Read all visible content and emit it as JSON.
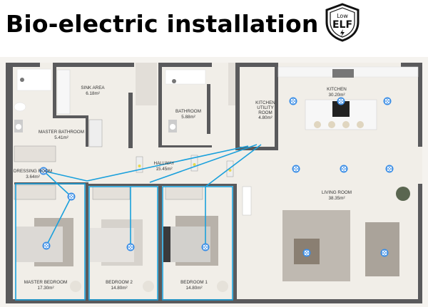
{
  "title": "Bio-electric installation",
  "badge": {
    "icon": "shield-lightning-icon",
    "line1": "Low",
    "line2": "ELF"
  },
  "colors": {
    "wiring": "#1aa0dc",
    "fixture": "#3b8ee6",
    "wall": "#5a5a5c",
    "floor": "#f1eee8"
  },
  "rooms": [
    {
      "name": "SINK AREA",
      "area": "6.18m²"
    },
    {
      "name": "MASTER BATHROOM",
      "area": "5.41m²"
    },
    {
      "name": "BATHROOM",
      "area": "5.88m²"
    },
    {
      "name": "KITCHEN UTILITY ROOM",
      "name_lines": [
        "KITCHEN",
        "UTILITY",
        "ROOM"
      ],
      "area": "4.80m²"
    },
    {
      "name": "KITCHEN",
      "area": "30.20m²"
    },
    {
      "name": "HALLWAY",
      "area": "15.45m²"
    },
    {
      "name": "DRESSING ROOM",
      "area": "3.64m²"
    },
    {
      "name": "LIVING ROOM",
      "area": "38.35m²"
    },
    {
      "name": "MASTER BEDROOM",
      "area": "17.30m²"
    },
    {
      "name": "BEDROOM 2",
      "area": "14.80m²"
    },
    {
      "name": "BEDROOM 1",
      "area": "14.80m²"
    }
  ]
}
